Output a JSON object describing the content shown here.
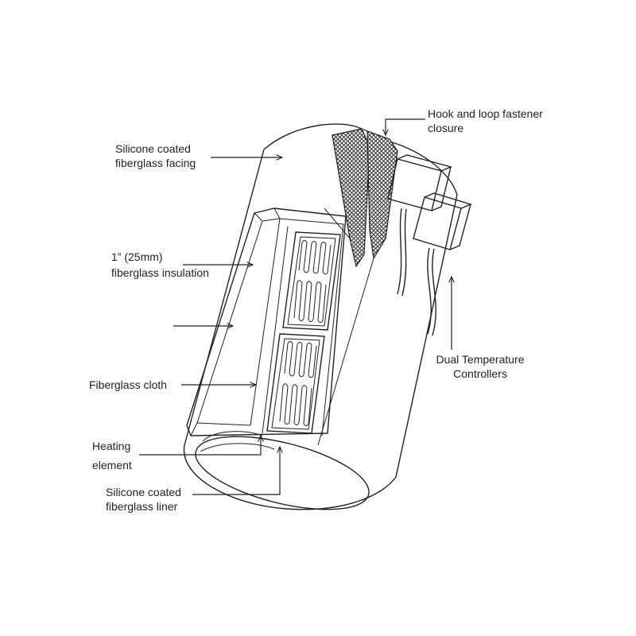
{
  "labels": {
    "facing": [
      "Silicone coated",
      "fiberglass facing"
    ],
    "closure": [
      "Hook and loop fastener",
      "closure"
    ],
    "insulation": [
      "1” (25mm)",
      "fiberglass insulation"
    ],
    "cloth": [
      "Fiberglass cloth"
    ],
    "heating": [
      "Heating",
      "element"
    ],
    "liner": [
      "Silicone coated",
      "fiberglass liner"
    ],
    "controllers": [
      "Dual Temperature",
      "Controllers"
    ]
  },
  "colors": {
    "line": "#222222",
    "background": "#ffffff",
    "hatch": "#444444"
  }
}
